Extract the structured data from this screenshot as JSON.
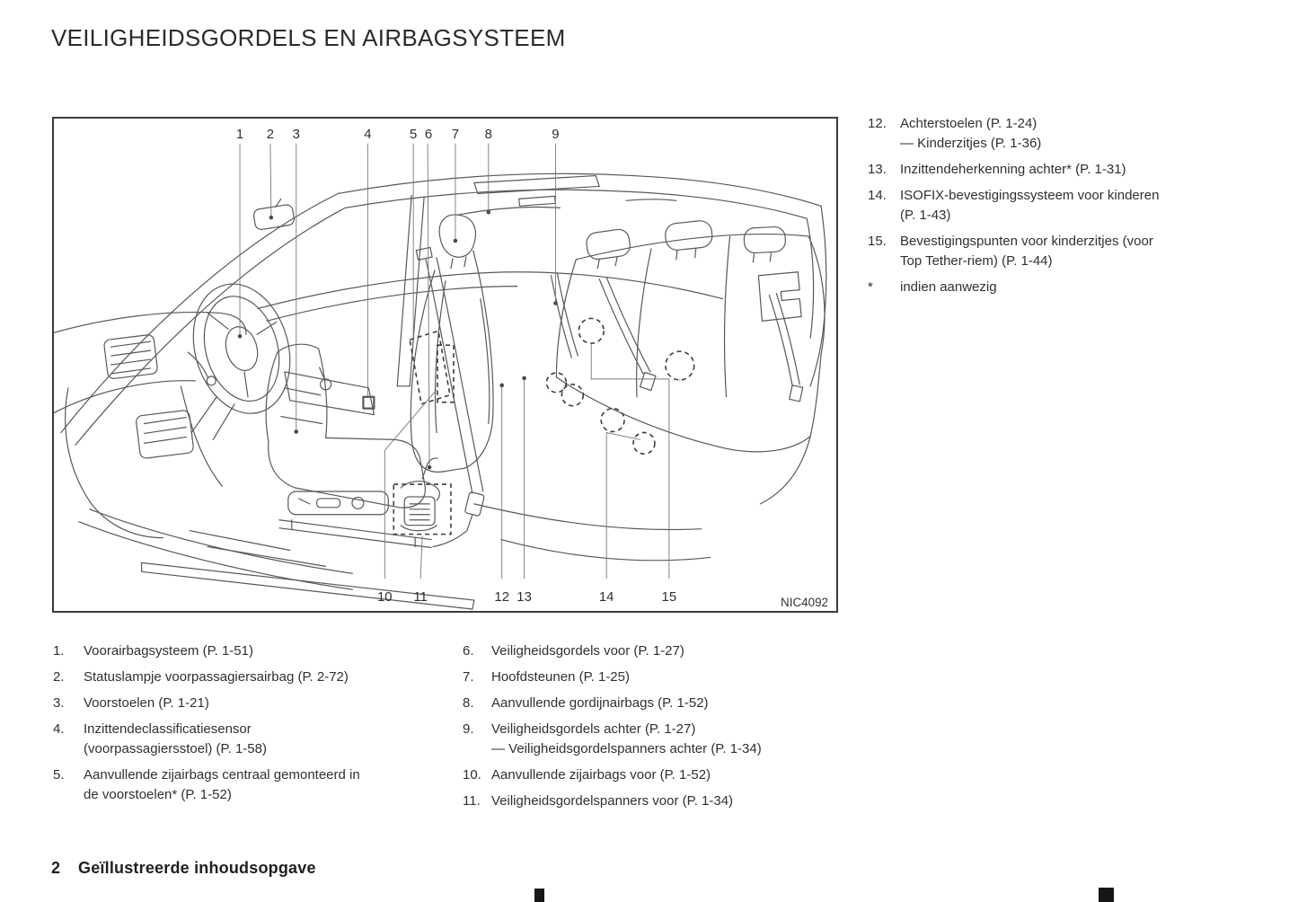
{
  "page": {
    "title": "VEILIGHEIDSGORDELS EN AIRBAGSYSTEEM",
    "footer_page_number": "2",
    "footer_section": "Geïllustreerde inhoudsopgave"
  },
  "figure": {
    "code": "NIC4092",
    "top_callouts": [
      "1",
      "2",
      "3",
      "4",
      "5",
      "6",
      "7",
      "8",
      "9"
    ],
    "bottom_callouts": [
      "10",
      "11",
      "12",
      "13",
      "14",
      "15"
    ]
  },
  "legend": {
    "col1": [
      {
        "num": "1.",
        "lines": [
          "Voorairbagsysteem (P. 1-51)"
        ]
      },
      {
        "num": "2.",
        "lines": [
          "Statuslampje voorpassagiersairbag (P. 2-72)"
        ]
      },
      {
        "num": "3.",
        "lines": [
          "Voorstoelen (P. 1-21)"
        ]
      },
      {
        "num": "4.",
        "lines": [
          "Inzittendeclassificatiesensor",
          "(voorpassagiersstoel) (P. 1-58)"
        ]
      },
      {
        "num": "5.",
        "lines": [
          "Aanvullende zijairbags centraal gemonteerd in",
          "de voorstoelen* (P. 1-52)"
        ]
      }
    ],
    "col2": [
      {
        "num": "6.",
        "lines": [
          "Veiligheidsgordels voor (P. 1-27)"
        ]
      },
      {
        "num": "7.",
        "lines": [
          "Hoofdsteunen (P. 1-25)"
        ]
      },
      {
        "num": "8.",
        "lines": [
          "Aanvullende gordijnairbags (P. 1-52)"
        ]
      },
      {
        "num": "9.",
        "lines": [
          "Veiligheidsgordels achter (P. 1-27)",
          "— Veiligheidsgordelspanners achter (P. 1-34)"
        ]
      },
      {
        "num": "10.",
        "lines": [
          "Aanvullende zijairbags voor (P. 1-52)"
        ]
      },
      {
        "num": "11.",
        "lines": [
          "Veiligheidsgordelspanners voor (P. 1-34)"
        ]
      }
    ],
    "col3": [
      {
        "num": "12.",
        "lines": [
          "Achterstoelen (P. 1-24)",
          "— Kinderzitjes (P. 1-36)"
        ]
      },
      {
        "num": "13.",
        "lines": [
          "Inzittendeherkenning achter* (P. 1-31)"
        ]
      },
      {
        "num": "14.",
        "lines": [
          "ISOFIX-bevestigingssysteem voor kinderen",
          "(P. 1-43)"
        ]
      },
      {
        "num": "15.",
        "lines": [
          "Bevestigingspunten voor kinderzitjes (voor",
          "Top Tether-riem) (P. 1-44)"
        ]
      },
      {
        "num": "*",
        "lines": [
          "indien aanwezig"
        ]
      }
    ]
  }
}
